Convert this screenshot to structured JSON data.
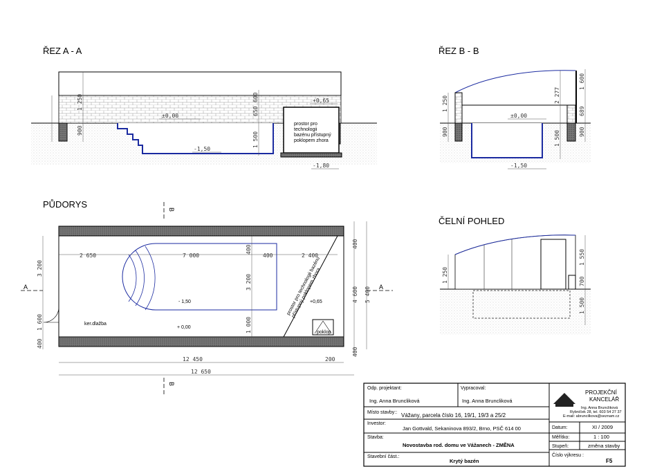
{
  "views": {
    "section_aa": "ŘEZ  A - A",
    "section_bb": "ŘEZ  B - B",
    "plan": "PŮDORYS",
    "front": "ČELNÍ  POHLED"
  },
  "section_aa": {
    "dims": [
      "1 250",
      "900",
      "1 500",
      "650",
      "600",
      "±0,00",
      "+0,65",
      "-1,50",
      "-1,80"
    ],
    "note_lines": [
      "prostor pro",
      "technologii",
      "bazénu přístupný",
      "poklopem zhora"
    ]
  },
  "section_bb": {
    "dims": [
      "1 250",
      "900",
      "±0,00",
      "2 277",
      "1 600",
      "689",
      "1 500",
      "900",
      "-1,50"
    ]
  },
  "front": {
    "dims": [
      "1 250",
      "1 550",
      "700",
      "1 500"
    ]
  },
  "plan": {
    "dims_top": [
      "2 650",
      "7 000",
      "400",
      "400",
      "2 400",
      "400"
    ],
    "dims_side": [
      "3 200",
      "1 600",
      "400",
      "3 200",
      "1 000",
      "4 600",
      "5 400",
      "400"
    ],
    "dims_bottom": [
      "12 450",
      "200",
      "12 650"
    ],
    "levels": [
      "- 1,50",
      "+0,65",
      "+ 0,00"
    ],
    "tiles": "ker.dlažba",
    "hatch": "poklop",
    "tech_note_lines": [
      "prostor pro technologii bazénu",
      "přístupný poklopem zhora"
    ],
    "section_marks": {
      "a": "A",
      "b": "B"
    }
  },
  "title_block": {
    "designer_label": "Odp. projektant:",
    "designer": "Ing. Anna Bruncliková",
    "drafter_label": "Vypracoval:",
    "drafter": "Ing. Anna Bruncliková",
    "site_label": "Místo stavby::",
    "site": "Vážany, parcela číslo 16, 19/1, 19/3 a 25/2",
    "investor_label": "Investor:",
    "investor": "Jan Gottvald, Sekaninova 893/2, Brno,  PSČ 614 00",
    "building_label": "Stavba:",
    "building": "Novostavba rod. domu ve Vážanech - ZMĚNA",
    "part_label": "Stavební část.:",
    "part": "Krytý bazén",
    "office_line1": "PROJEKČNÍ",
    "office_line2": "KANCELÁŘ",
    "office_name": "Ing. Anna  Bruncliková",
    "office_address": "Rybníček 28,    tel. 603 54 27 37",
    "office_email": "E-mail: abruncilkova@seznam.cz",
    "date_label": "Datum:",
    "date": "XI / 2009",
    "scale_label": "Měřítko:",
    "scale": "1 : 100",
    "stage_label": "Stupeň:",
    "stage": "změna stavby",
    "drawing_no_label": "Číslo výkresu :",
    "drawing_no": "F5"
  }
}
